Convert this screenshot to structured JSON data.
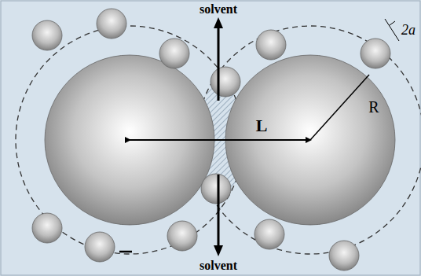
{
  "diagram": {
    "labels": [
      "solvent",
      "2a",
      "L",
      "R",
      "solvent"
    ]
  }
}
